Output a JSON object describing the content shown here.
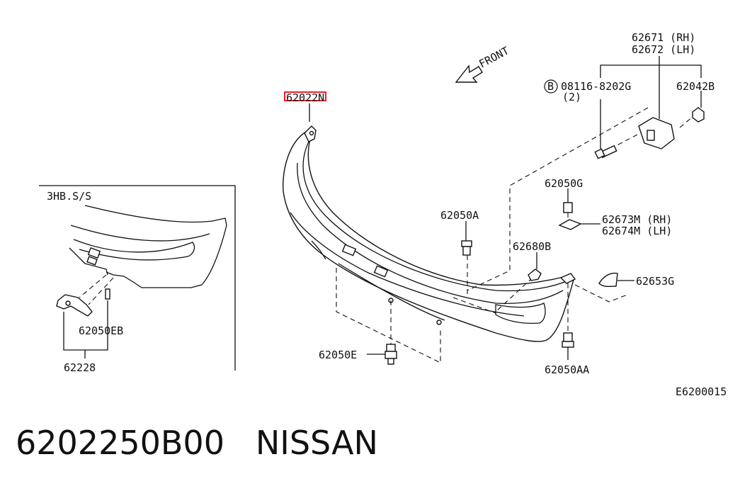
{
  "title": {
    "part_number": "6202250B00",
    "brand": "NISSAN"
  },
  "diagram_code": "E6200015",
  "inset_label": "3HB.S/S",
  "front_label": "FRONT",
  "labels": {
    "bumper_fascia": "62022N",
    "bracket_rh": "62671 (RH)",
    "bracket_lh": "62672 (LH)",
    "bolt_b_mark": "B",
    "bolt": "08116-8202G",
    "bolt_qty": "(2)",
    "nut": "62042B",
    "clip_g": "62050G",
    "clip_a": "62050A",
    "retainer_rh": "62673M (RH)",
    "retainer_lh": "62674M (LH)",
    "clip_b": "62680B",
    "seal": "62653G",
    "clip_aa": "62050AA",
    "clip_e": "62050E",
    "inset_clip": "62050EB",
    "inset_bracket": "62228"
  },
  "highlight_color": "#e8232a"
}
